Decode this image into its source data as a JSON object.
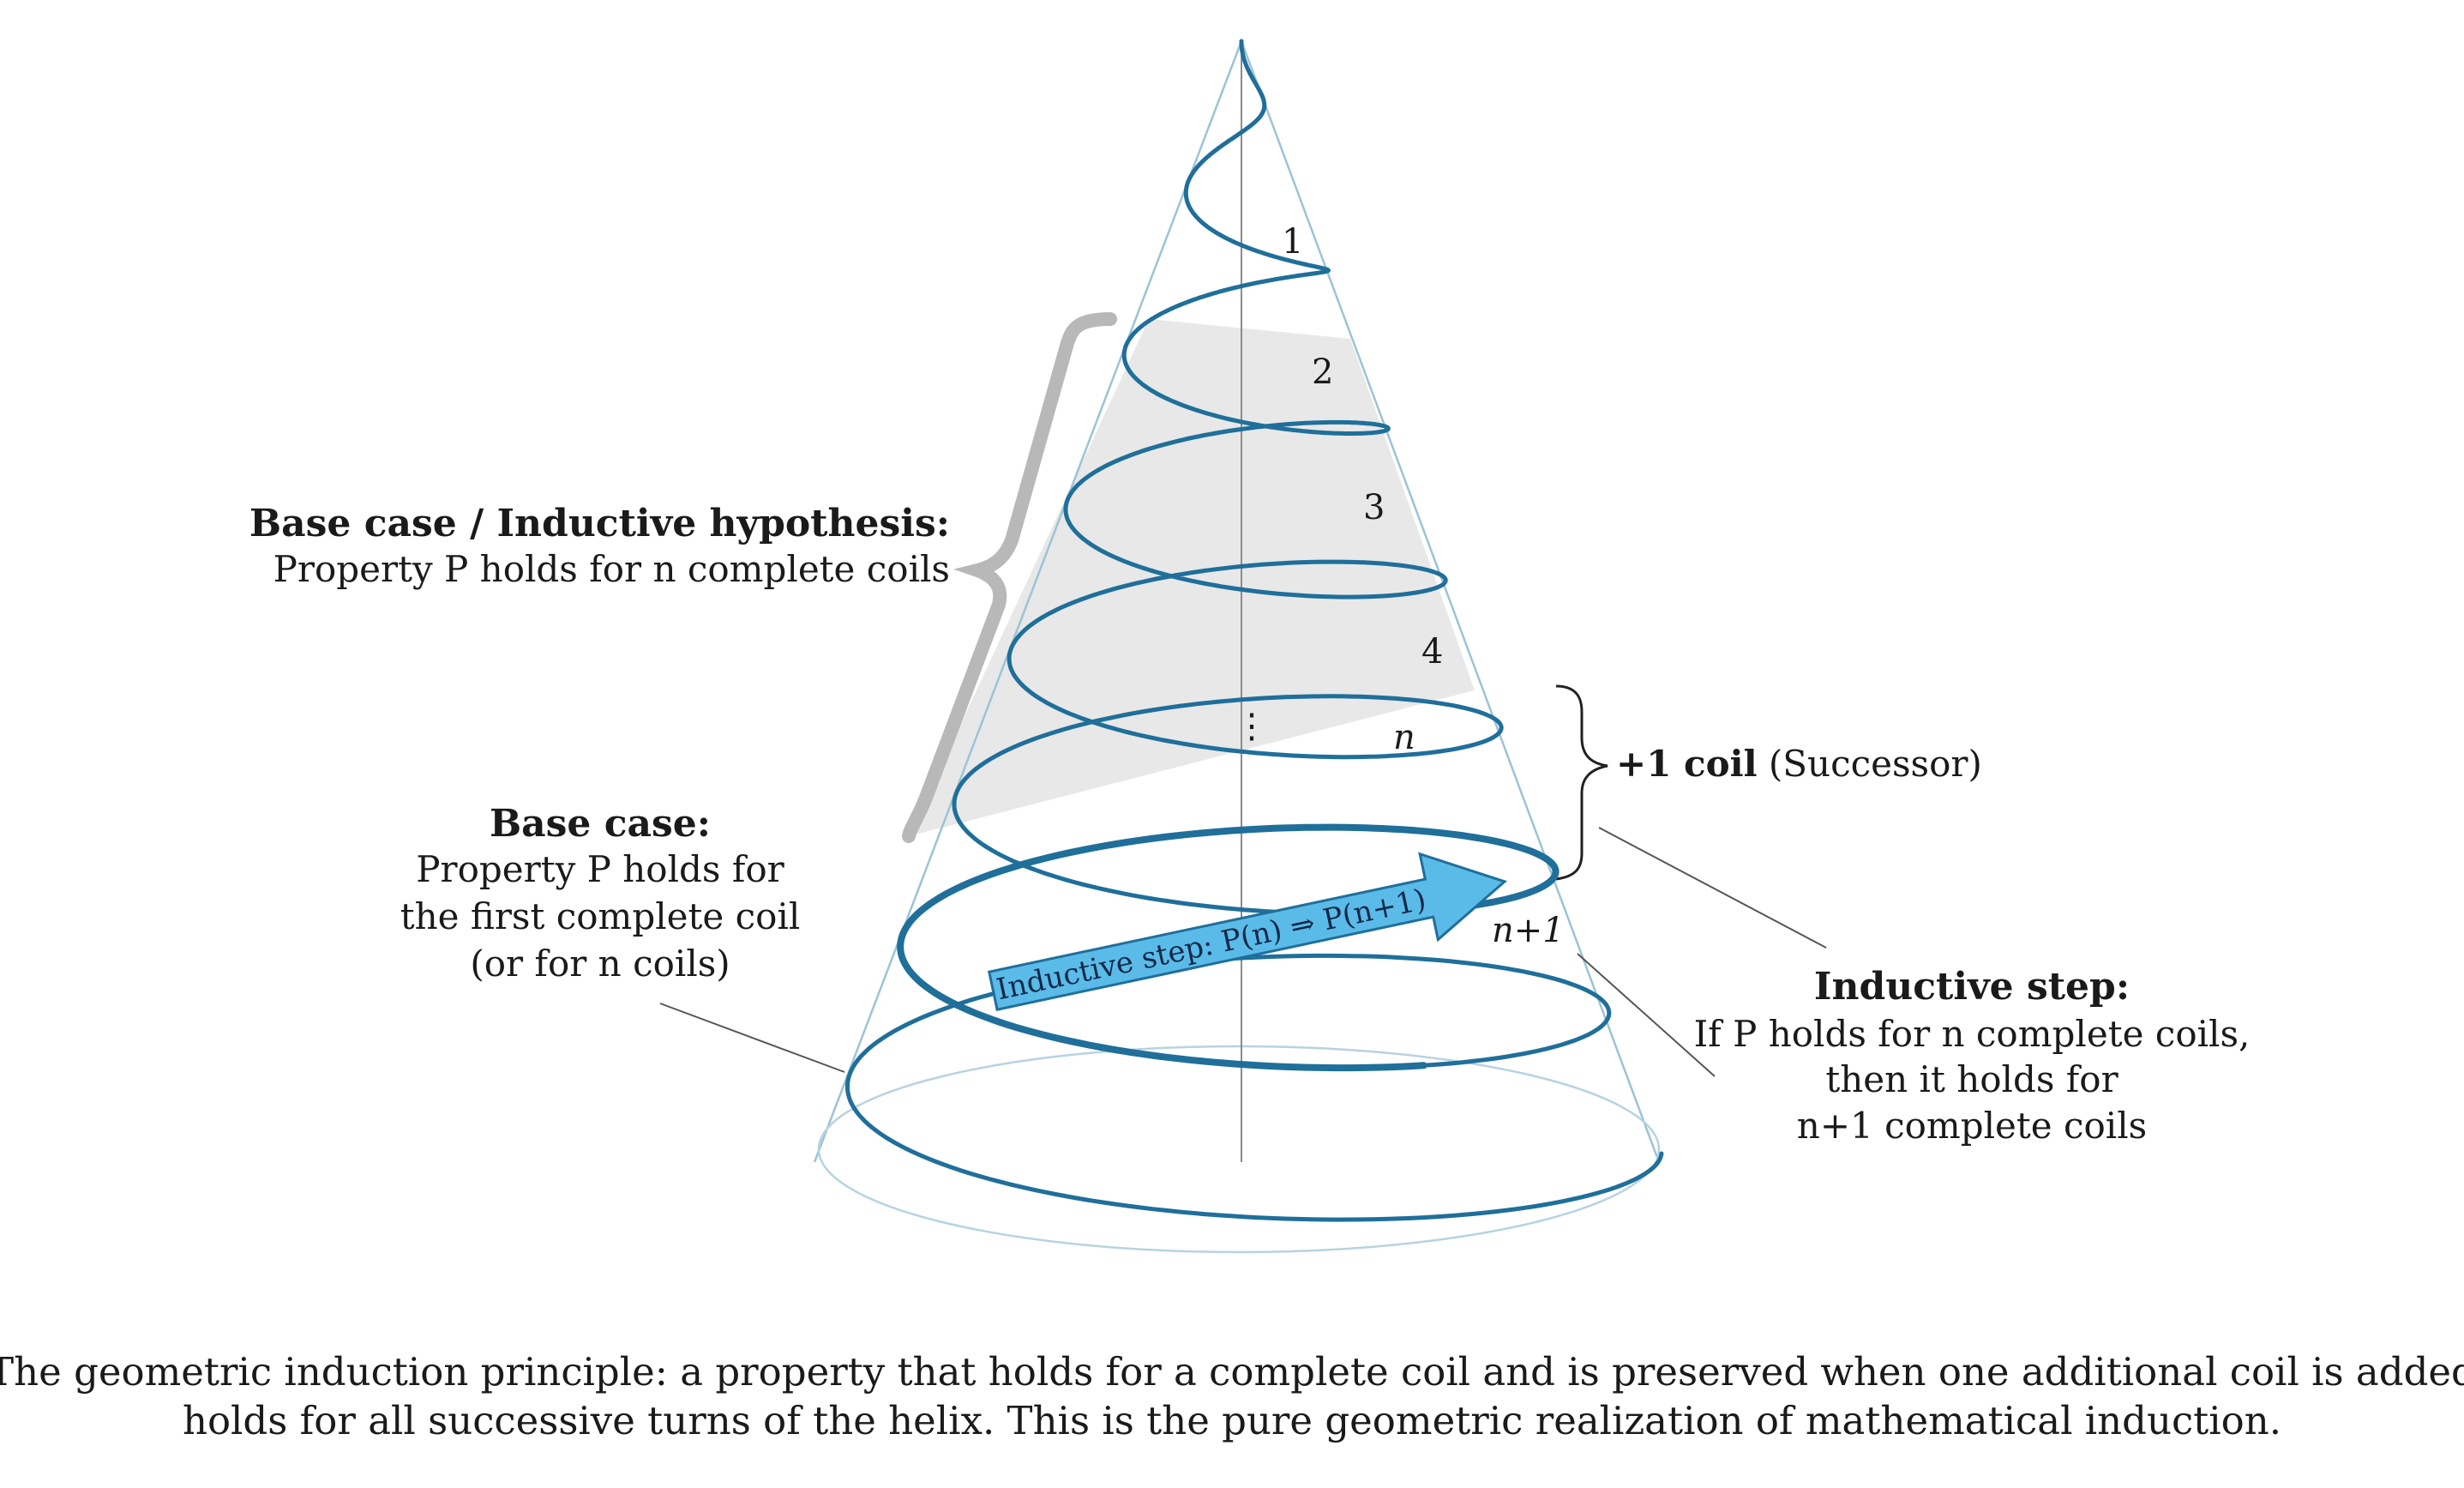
{
  "coil_labels": {
    "c1": "1",
    "c2": "2",
    "c3": "3",
    "c4": "4",
    "cn": "n",
    "cn1": "n+1",
    "dots": "⋮"
  },
  "hypothesis": {
    "title": "Base case / Inductive hypothesis:",
    "line1": "Property P holds for n complete coils"
  },
  "base_case": {
    "title": "Base case:",
    "line1": "Property P holds for",
    "line2": "the first complete coil",
    "line3": "(or for n coils)"
  },
  "successor": {
    "bold": "+1 coil",
    "rest": " (Successor)"
  },
  "inductive_step": {
    "title": "Inductive step:",
    "line1": "If P holds for n complete coils,",
    "line2": "then it holds for",
    "line3": "n+1 complete coils"
  },
  "arrow": {
    "label": "Inductive step: P(n) ⇒ P(n+1)"
  },
  "caption": {
    "line1": "The geometric induction principle: a property that holds for a complete coil and is preserved when one additional coil is added",
    "line2": "holds for all successive turns of the helix. This is the pure geometric realization of mathematical induction."
  },
  "colors": {
    "helix": "#1f6f9a",
    "cone_edge": "#9cc3d6",
    "shade": "#e4e4e4",
    "arrow_fill": "#5bbbe8",
    "arrow_stroke": "#1f6f9a"
  }
}
